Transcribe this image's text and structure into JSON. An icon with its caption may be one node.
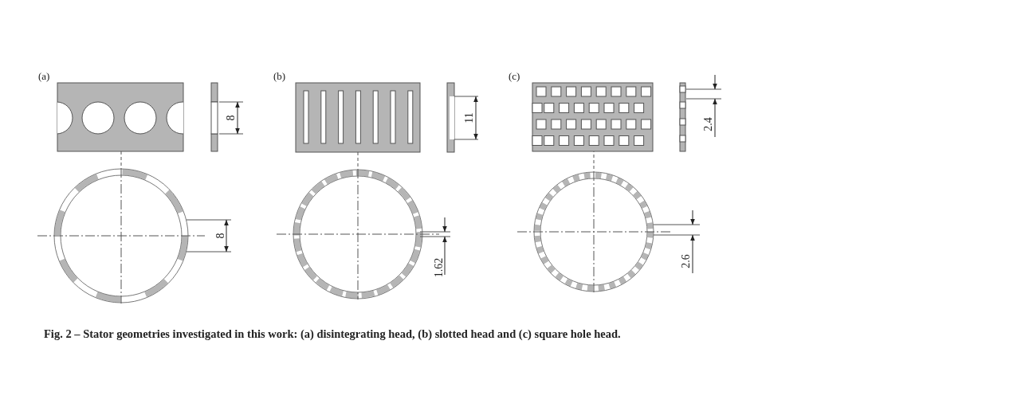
{
  "diagram": {
    "caption": "Fig. 2 – Stator geometries investigated in this work: (a) disintegrating head, (b) slotted head and (c) square hole head.",
    "labels": [
      "(a)",
      "8",
      "8",
      "(b)",
      "11",
      "1.62",
      "(c)",
      "2.4",
      "2.6"
    ]
  }
}
